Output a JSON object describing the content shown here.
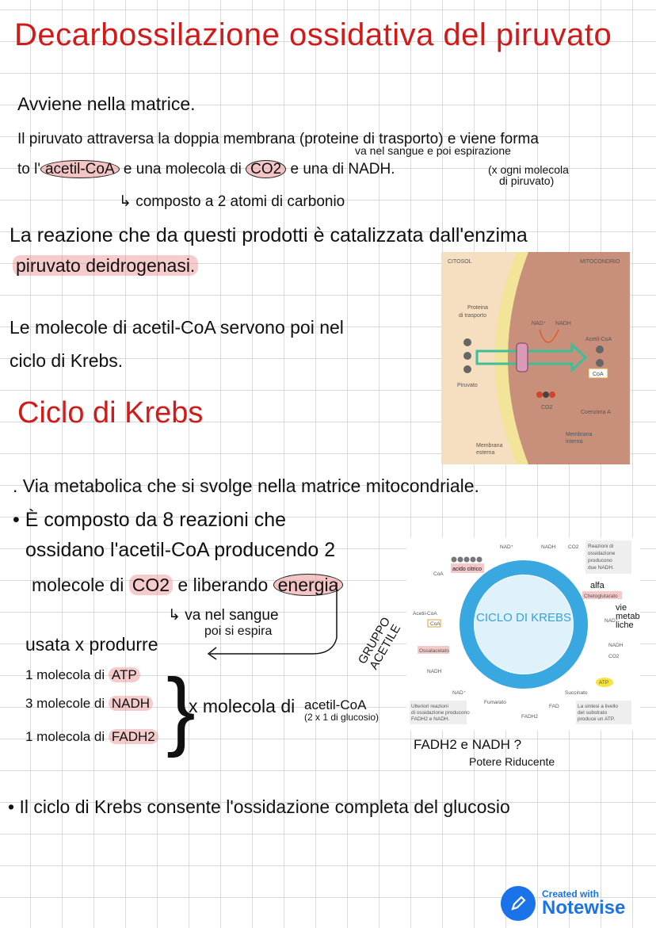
{
  "title1": "Decarbossilazione ossidativa del piruvato",
  "p1": {
    "l1": "Avviene nella matrice.",
    "l2": "Il piruvato attraversa la doppia membrana (proteine di trasporto) e viene forma",
    "l3a": "to l'",
    "acetil": "acetil-CoA",
    "l3b": "e una molecola di",
    "co2": "CO2",
    "l3c": "e una di NADH.",
    "note_x": "(x ogni molecola",
    "note_x2": "di piruvato)",
    "note_co2": "va nel sangue e poi espirazione",
    "l4": "composto a 2 atomi di carbonio",
    "l5": "La reazione che da questi prodotti è catalizzata dall'enzima",
    "l6": "piruvato deidrogenasi.",
    "l7": "Le molecole di acetil-CoA servono poi nel",
    "l8": "ciclo di Krebs."
  },
  "fig1": {
    "citosol": "CITOSOL",
    "mito": "MITOCONDRIO",
    "proteina": "Proteina",
    "trasporto": "di trasporto",
    "nad": "NAD⁺",
    "nadh": "NADH",
    "acetil": "Acetil-CoA",
    "coa": "CoA",
    "piruvato": "Piruvato",
    "co2": "CO2",
    "coenzima": "Coenzima A",
    "m_est": "Membrana",
    "m_est2": "esterna",
    "m_int": "Membrana",
    "m_int2": "interna"
  },
  "title2": "Ciclo di Krebs",
  "p2": {
    "b1": ". Via metabolica che si svolge nella matrice mitocondriale.",
    "b2": "• È composto da 8 reazioni che",
    "b3": "ossidano l'acetil-CoA producendo 2",
    "b4a": "molecole di",
    "co2": "CO2",
    "b4b": "e liberando",
    "energia": "energia",
    "b5": "va nel sangue",
    "b5b": "poi si espira",
    "b6": "usata x produrre",
    "r1a": "1 molecola di",
    "r1b": "ATP",
    "r2a": "3 molecole di",
    "r2b": "NADH",
    "r3a": "1 molecola di",
    "r3b": "FADH2",
    "per": "x molecola di",
    "per2": "acetil-CoA",
    "per3": "(2 x 1 di glucosio)",
    "gruppo": "GRUPPO",
    "acetile": "ACETILE",
    "fadh_q": "FADH2 e NADH ?",
    "potere": "Potere Riducente",
    "b7": "• Il ciclo di Krebs consente l'ossidazione completa del glucosio"
  },
  "fig2": {
    "nad1": "NAD⁺",
    "nadh1": "NADH",
    "co2a": "CO2",
    "box1": [
      "Reazioni di",
      "ossidazione",
      "producono",
      "due NADH."
    ],
    "acido": "acido citrico",
    "coa": "CoA",
    "acetilcoa": "Acetil-CoA",
    "coa2": "CoA",
    "alfa": "alfa",
    "cheto": "Chetoglutarato",
    "vie": [
      "vie",
      "metabo",
      "liche"
    ],
    "nad2": "NAD⁺",
    "nadh2": "NADH",
    "co2b": "CO2",
    "ossal": "Ossalacetato",
    "nadh3": "NADH",
    "nad3": "NAD⁺",
    "atp": "ATP",
    "succ": "Succinato",
    "fumarato": "Fumarato",
    "fad": "FAD",
    "fadh": "FADH2",
    "center": "CICLO DI KREBS",
    "box2": [
      "Ulteriori reazioni",
      "di ossidazione producono",
      "FADH2 e NADH."
    ],
    "box3": [
      "La sintesi a livello",
      "del substrato",
      "produce un ATP."
    ]
  },
  "logo": {
    "line1": "Created with",
    "line2": "Notewise"
  },
  "colors": {
    "red_ink": "#d11a1a",
    "highlight": "#e88c8c",
    "brand": "#1a73e8"
  }
}
